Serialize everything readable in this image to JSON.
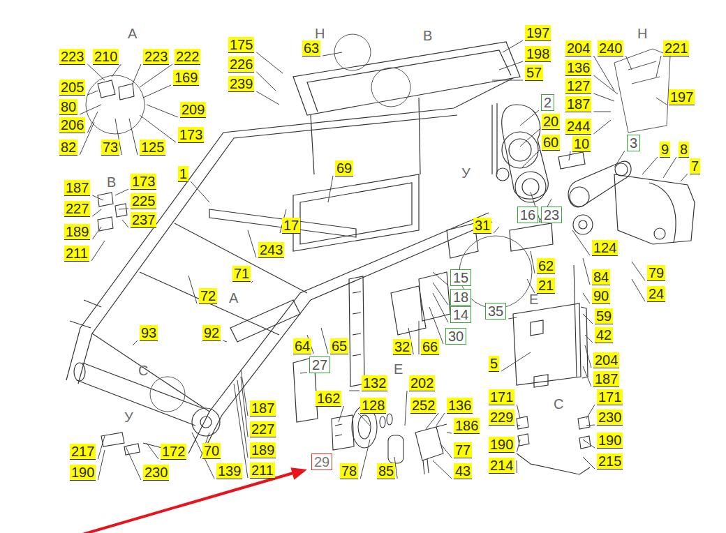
{
  "diagram": {
    "labels": [
      "А",
      "223",
      "210",
      "223",
      "222",
      "205",
      "169",
      "80",
      "209",
      "206",
      "173",
      "82",
      "73",
      "125",
      "Н",
      "175",
      "226",
      "239",
      "63",
      "В",
      "197",
      "198",
      "57",
      "Н",
      "204",
      "240",
      "221",
      "136",
      "127",
      "187",
      "197",
      "2",
      "244",
      "20",
      "60",
      "10",
      "3",
      "9",
      "8",
      "7",
      "В",
      "187",
      "173",
      "227",
      "225",
      "237",
      "189",
      "211",
      "1",
      "69",
      "У",
      "17",
      "31",
      "16",
      "23",
      "124",
      "243",
      "62",
      "84",
      "79",
      "71",
      "15",
      "21",
      "90",
      "24",
      "72",
      "18",
      "А",
      "Е",
      "35",
      "14",
      "59",
      "93",
      "92",
      "30",
      "42",
      "64",
      "65",
      "32",
      "66",
      "5",
      "204",
      "27",
      "С",
      "Е",
      "187",
      "132",
      "202",
      "162",
      "171",
      "171",
      "128",
      "252",
      "136",
      "С",
      "187",
      "У",
      "229",
      "230",
      "186",
      "227",
      "190",
      "190",
      "189",
      "217",
      "172",
      "70",
      "77",
      "215",
      "29",
      "214",
      "211",
      "190",
      "230",
      "139",
      "78",
      "85",
      "43"
    ]
  }
}
